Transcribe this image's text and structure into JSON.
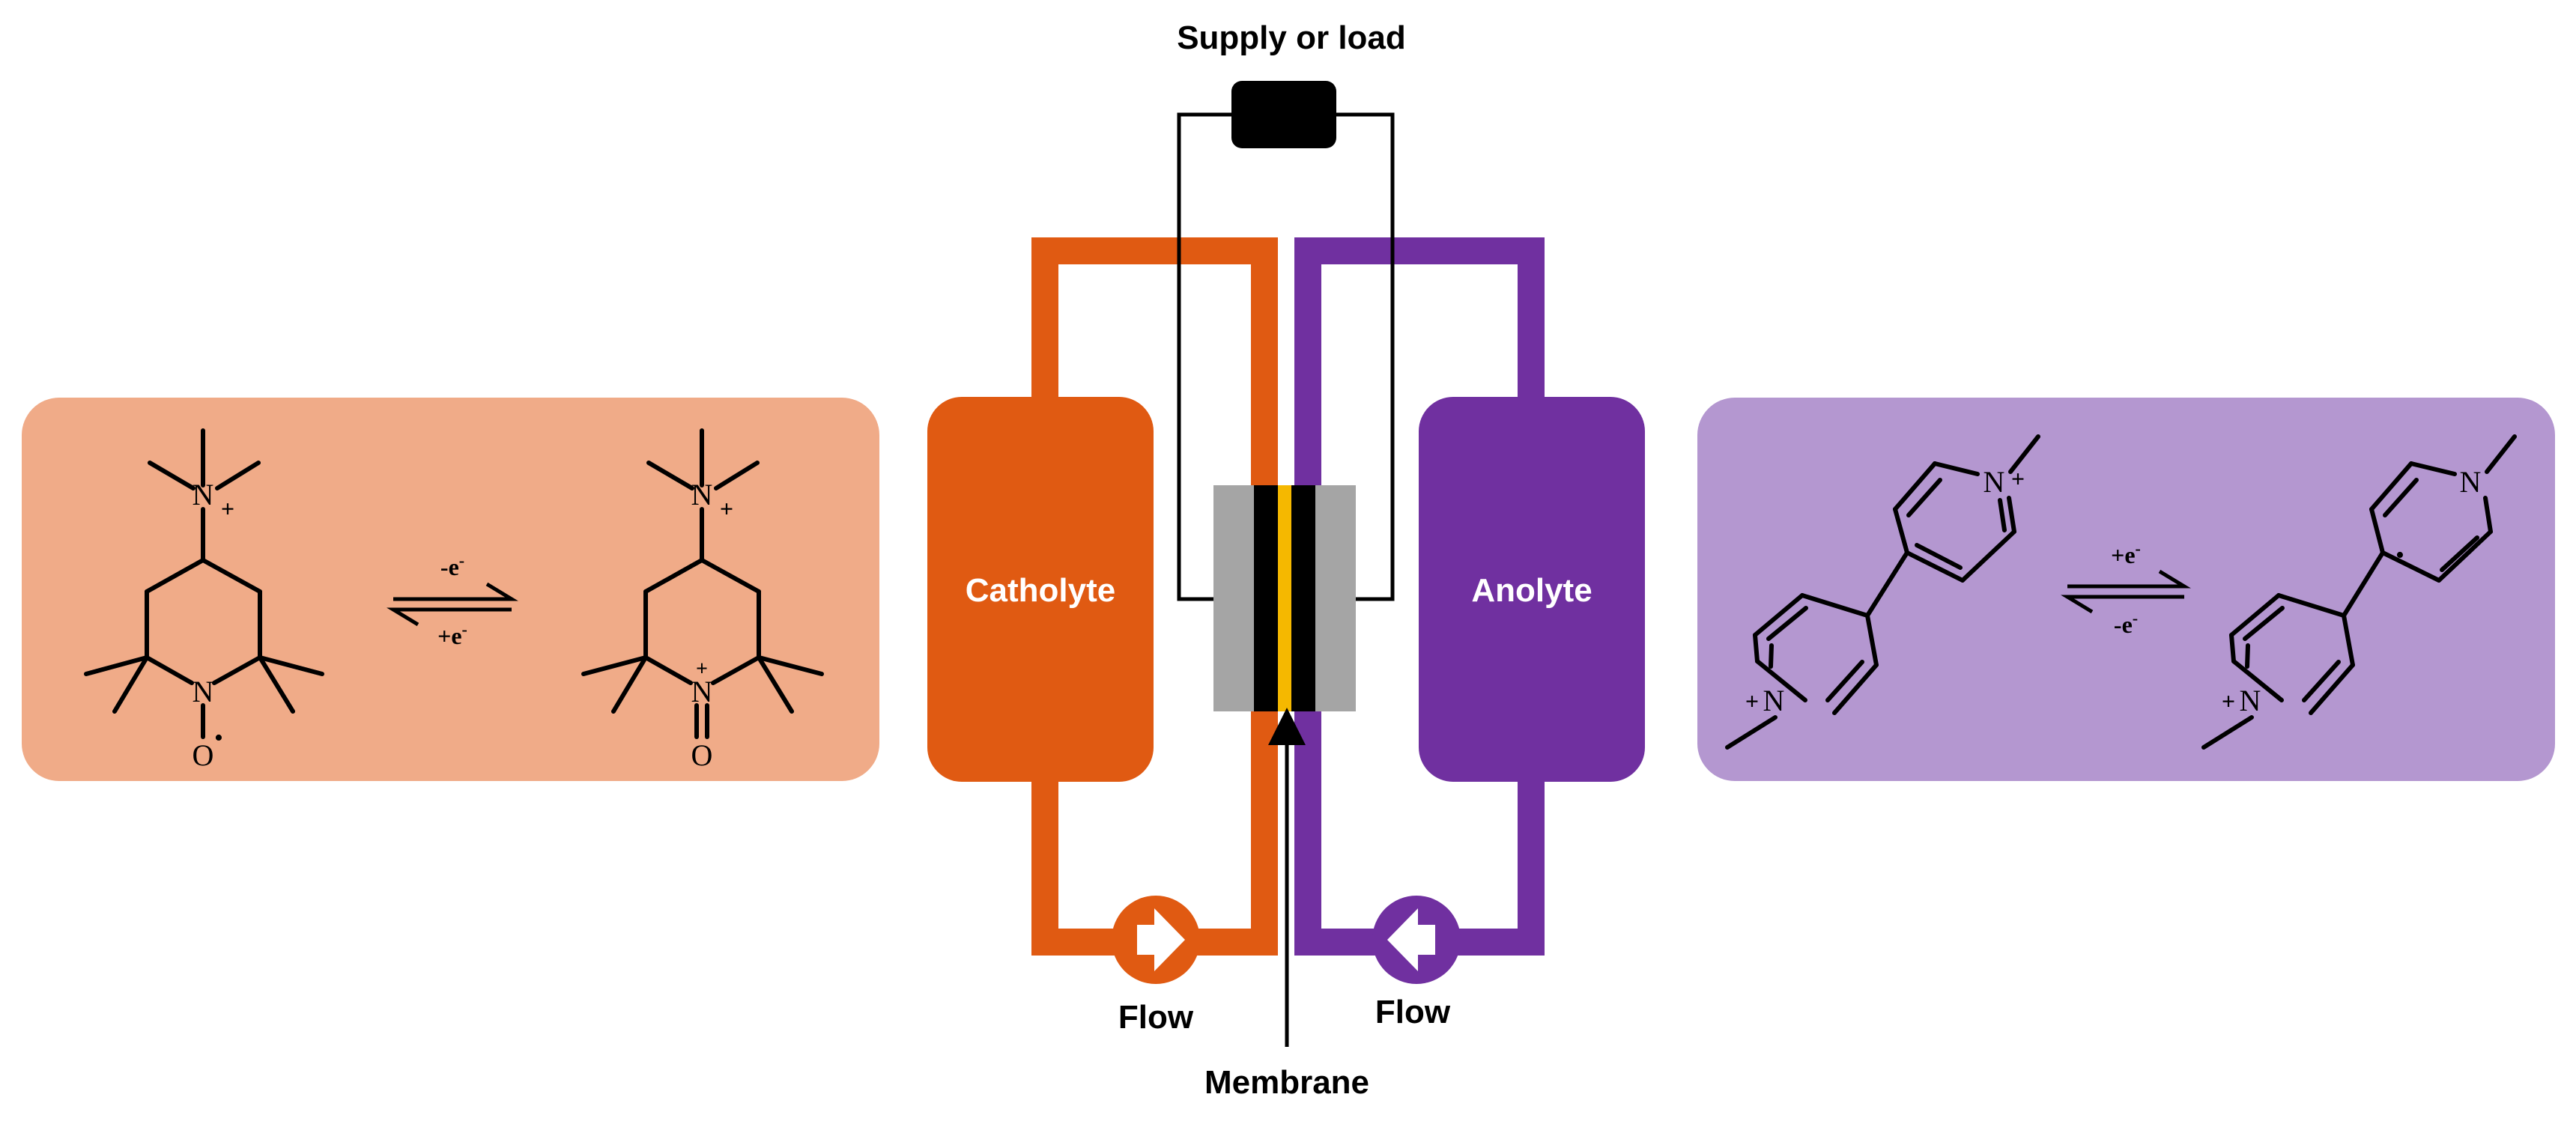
{
  "labels": {
    "supply": "Supply or load",
    "catholyte": "Catholyte",
    "anolyte": "Anolyte",
    "flow_left": "Flow",
    "flow_right": "Flow",
    "membrane": "Membrane"
  },
  "left_reaction": {
    "forward": "-e",
    "reverse": "+e",
    "superscript": "-",
    "atoms": {
      "n_top": "N",
      "plus": "+",
      "n_ring": "N",
      "o": "O",
      "radical": "•"
    }
  },
  "right_reaction": {
    "forward": "+e",
    "reverse": "-e",
    "superscript": "-",
    "atoms": {
      "n": "N",
      "plus": "+",
      "radical": "•"
    }
  },
  "colors": {
    "catholyte": "#e05a12",
    "anolyte": "#7030a0",
    "catholyte_panel": "#f0ab88",
    "anolyte_panel": "#b497d0",
    "electrode": "#a5a5a5",
    "membrane": "#f5b800",
    "line": "#000000"
  }
}
